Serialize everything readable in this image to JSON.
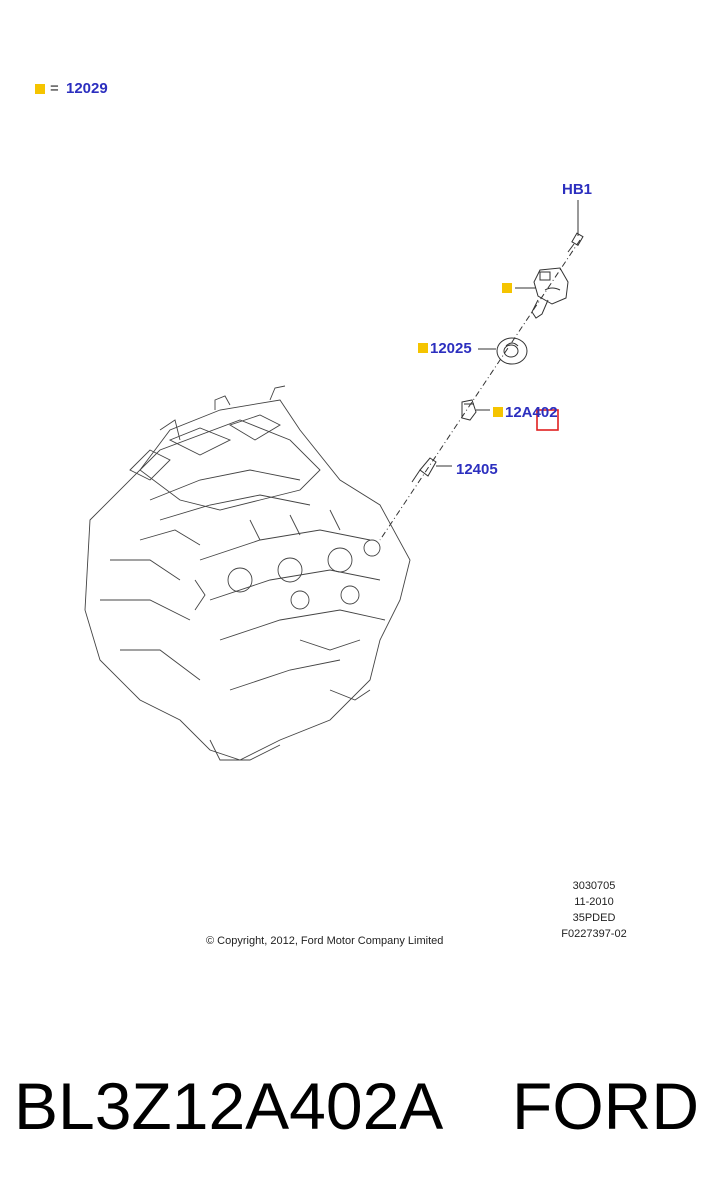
{
  "legend": {
    "symbol_color": "#f5c400",
    "equals": "=",
    "part_number": "12029"
  },
  "callouts": {
    "hb1": "HB1",
    "p12025": "12025",
    "p12a402": "12A402",
    "p12405": "12405"
  },
  "colors": {
    "callout_text": "#2c2fbf",
    "marker": "#f5c400",
    "highlight_box": "#e02020",
    "line_art": "#333333"
  },
  "meta": {
    "line1": "3030705",
    "line2": "11-2010",
    "line3": "35PDED",
    "line4": "F0227397-02"
  },
  "copyright": "© Copyright, 2012, Ford Motor Company Limited",
  "product": {
    "part_number": "BL3Z12A402A",
    "brand": "FORD"
  }
}
